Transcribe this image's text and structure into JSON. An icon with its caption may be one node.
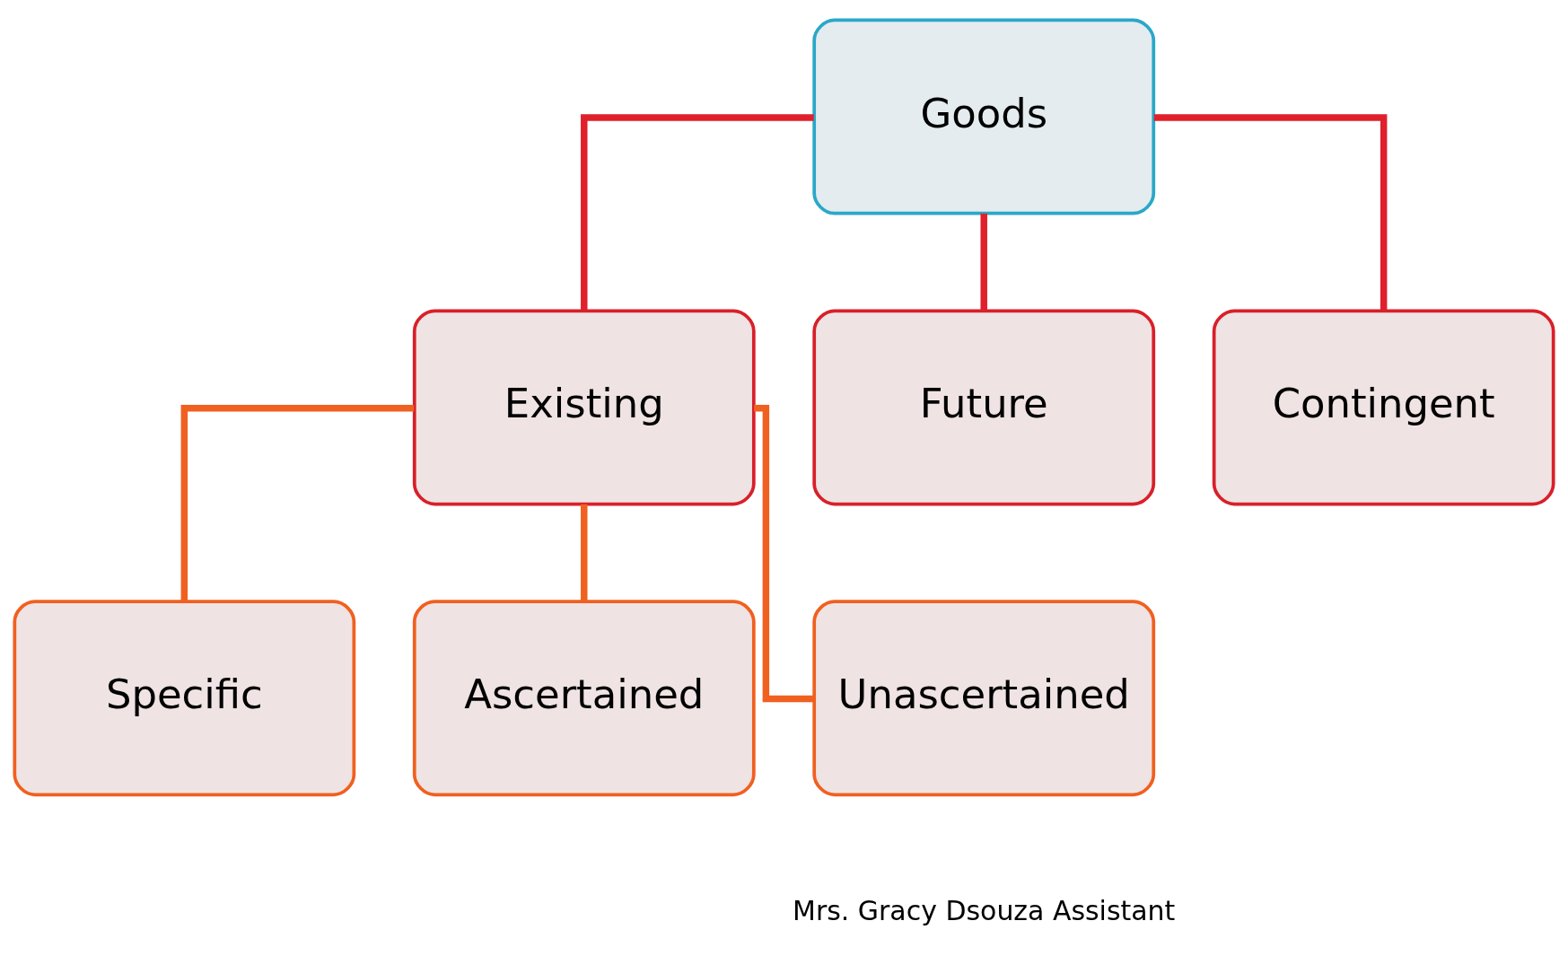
{
  "diagram": {
    "nodes": [
      {
        "text": [
          "Goods"
        ]
      },
      {
        "text": [
          "Existing"
        ]
      },
      {
        "text": [
          "Future"
        ]
      },
      {
        "text": [
          "Contingent"
        ]
      },
      {
        "text": [
          "Specific"
        ]
      },
      {
        "text": [
          "Ascertained"
        ]
      },
      {
        "text": [
          "Unascertained"
        ]
      }
    ],
    "edges": [
      {
        "from": 0,
        "to": 1,
        "arrow": "none",
        "color": "#e0202a"
      },
      {
        "from": 0,
        "to": 2,
        "arrow": "none",
        "color": "#e0202a"
      },
      {
        "from": 0,
        "to": 3,
        "arrow": "none",
        "color": "#e0202a"
      },
      {
        "from": 1,
        "to": 4,
        "arrow": "none",
        "color": "#f06020"
      },
      {
        "from": 1,
        "to": 5,
        "arrow": "none",
        "color": "#f06020"
      },
      {
        "from": 1,
        "to": 6,
        "arrow": "none",
        "color": "#f06020"
      }
    ],
    "labels": [
      "Mrs. Gracy Dsouza Assistant"
    ]
  }
}
